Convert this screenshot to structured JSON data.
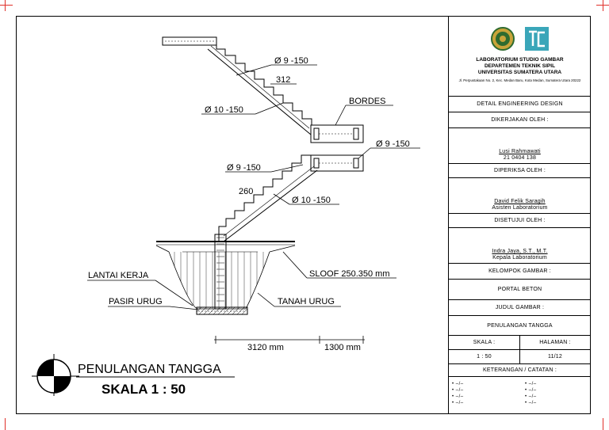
{
  "drawing": {
    "labels": {
      "dia_9_150_top": "Ø  9 -150",
      "dim_312": "312",
      "dia_10_150_top": "Ø  10 -150",
      "bordes": "BORDES",
      "dia_9_150_right": "Ø  9 -150",
      "dia_9_150_mid": "Ø  9 -150",
      "dim_260": "260",
      "dia_10_150_mid": "Ø  10 -150",
      "lantai_kerja": "LANTAI KERJA",
      "sloof": "SLOOF 250.350 mm",
      "pasir_urug": "PASIR URUG",
      "tanah_urug": "TANAH URUG",
      "dim_3120": "3120 mm",
      "dim_1300": "1300 mm"
    },
    "title": "PENULANGAN TANGGA",
    "scale": "SKALA 1 : 50"
  },
  "title_block": {
    "lab_line1": "LABORATORIUM STUDIO GAMBAR",
    "lab_line2": "DEPARTEMEN TEKNIK SIPIL",
    "lab_line3": "UNIVERSITAS SUMATERA UTARA",
    "address": "Jl. Perpustakaan No. 2, Kec. Medan Baru, Kota Medan, Sumatera Utara 20222",
    "ded": "DETAIL ENGINEERING DESIGN",
    "dikerjakan_label": "DIKERJAKAN OLEH :",
    "dikerjakan_name": "Lusi Rahmawati",
    "dikerjakan_nim": "21 0404 138",
    "diperiksa_label": "DIPERIKSA OLEH :",
    "diperiksa_name": "David Felik Saragih",
    "diperiksa_role": "Asisten Laboratorium",
    "disetujui_label": "DISETUJUI OLEH :",
    "disetujui_name": "Indra Jaya, S.T., M.T.",
    "disetujui_role": "Kepala Laboratorium",
    "kelompok_label": "KELOMPOK GAMBAR :",
    "kelompok_value": "PORTAL BETON",
    "judul_label": "JUDUL GAMBAR :",
    "judul_value": "PENULANGAN TANGGA",
    "skala_label": "SKALA :",
    "halaman_label": "HALAMAN :",
    "skala_value": "1 : 50",
    "halaman_value": "11/12",
    "keterangan_label": "KETERANGAN / CATATAN :",
    "note_item": "• –/–"
  },
  "colors": {
    "line": "#000000",
    "crop_mark": "#e0302a",
    "logo_teal": "#3aa6b9",
    "logo_green": "#2f6b2f",
    "logo_gold": "#c9a43a"
  }
}
